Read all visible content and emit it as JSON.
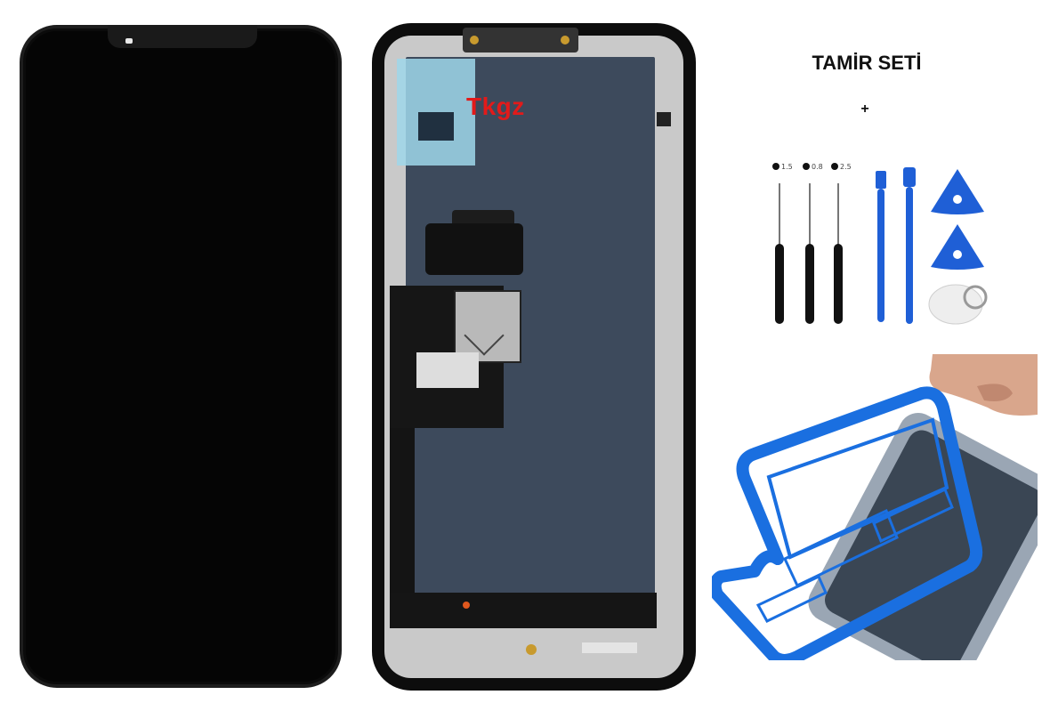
{
  "watermark": "Tkgz",
  "kit": {
    "title": "TAMİR SETİ",
    "plus": "+",
    "screwdriver_sizes": [
      "1.5",
      "0.8",
      "2.5"
    ]
  },
  "colors": {
    "screen_black": "#050505",
    "panel_blue": "#3d4a5c",
    "watermark_red": "#e21a1a",
    "tool_blue": "#1f5fd6",
    "adhesive_blue": "#1a6fe0"
  },
  "icons": {
    "screwdriver": "screwdriver-icon",
    "pry_tool": "pry-tool-icon",
    "opening_pick": "opening-pick-icon",
    "suction_cup": "suction-cup-icon"
  }
}
